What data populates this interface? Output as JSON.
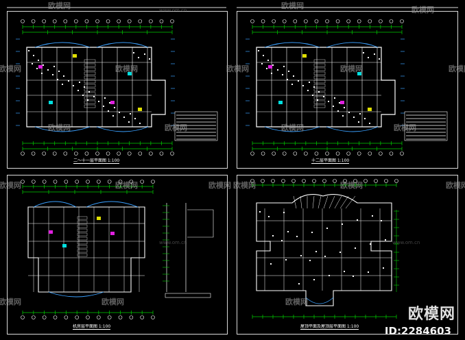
{
  "drawing_set": {
    "sheets": [
      {
        "caption": "二～十一层平面图 1:100"
      },
      {
        "caption": "十二层平面图 1:100"
      },
      {
        "caption": "机房层平面图 1:100"
      },
      {
        "caption": "屋顶平面及屋顶层平面图 1:100"
      }
    ]
  },
  "watermarks": {
    "brand": "欧模网",
    "site": "www.om.cn"
  },
  "brand_badge": {
    "logo": "欧模网",
    "id": "ID:2284603"
  },
  "colors": {
    "background": "#000000",
    "frame": "#dcdcdc",
    "wall": "#ffffff",
    "dimension": "#00d000",
    "axis": "#3aa0ff",
    "accent_cyan": "#00e0e0",
    "accent_magenta": "#e020e0",
    "accent_yellow": "#e0e000"
  }
}
